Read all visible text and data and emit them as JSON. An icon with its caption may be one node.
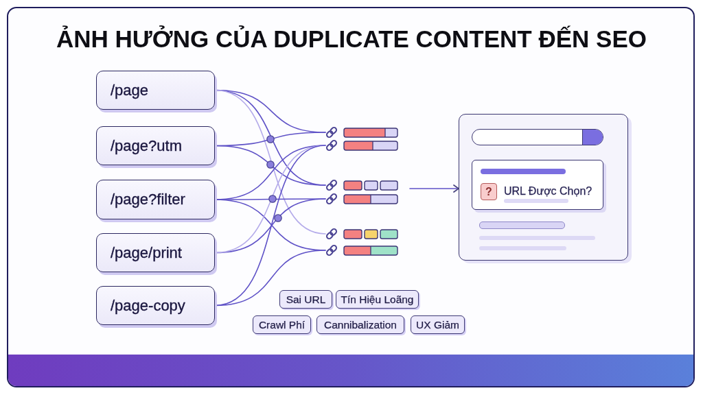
{
  "diagram": {
    "title": "ẢNH HƯỞNG CỦA DUPLICATE CONTENT ĐẾN SEO",
    "nodes": [
      {
        "text": [
          "/page"
        ]
      },
      {
        "text": [
          "/page?utm"
        ]
      },
      {
        "text": [
          "/page?filter"
        ]
      },
      {
        "text": [
          "/page/print"
        ]
      },
      {
        "text": [
          "/page-copy"
        ]
      },
      {
        "text": [],
        "shape": "bar"
      },
      {
        "text": [],
        "shape": "bar"
      },
      {
        "text": [],
        "shape": "bar"
      },
      {
        "text": [],
        "shape": "bar"
      },
      {
        "text": [],
        "shape": "bar"
      },
      {
        "text": [],
        "shape": "bar"
      },
      {
        "text": [],
        "shape": "box"
      },
      {
        "text": [
          "?",
          "URL Được Chọn?"
        ],
        "in": 11
      },
      {
        "text": [
          "Sai URL"
        ]
      },
      {
        "text": [
          "Tín Hiệu Loãng"
        ]
      },
      {
        "text": [
          "Crawl Phí"
        ]
      },
      {
        "text": [
          "Cannibalization"
        ]
      },
      {
        "text": [
          "UX Giảm"
        ]
      }
    ],
    "edges": [
      {
        "from": 0,
        "to": 5,
        "arrow": "none"
      },
      {
        "from": 0,
        "to": 7,
        "arrow": "none"
      },
      {
        "from": 0,
        "to": 9,
        "arrow": "none",
        "color": "#b4abea"
      },
      {
        "from": 1,
        "to": 5,
        "arrow": "none"
      },
      {
        "from": 1,
        "to": 7,
        "arrow": "none"
      },
      {
        "from": 2,
        "to": 6,
        "arrow": "none"
      },
      {
        "from": 2,
        "to": 8,
        "arrow": "none"
      },
      {
        "from": 2,
        "to": 10,
        "arrow": "none"
      },
      {
        "from": 3,
        "to": 8,
        "arrow": "none"
      },
      {
        "from": 3,
        "to": 6,
        "arrow": "none",
        "color": "#b4abea"
      },
      {
        "from": 4,
        "to": 6,
        "arrow": "none"
      },
      {
        "from": 4,
        "to": 10,
        "arrow": "none"
      },
      {
        "from": null,
        "to": 11,
        "arrow": "to"
      }
    ]
  }
}
